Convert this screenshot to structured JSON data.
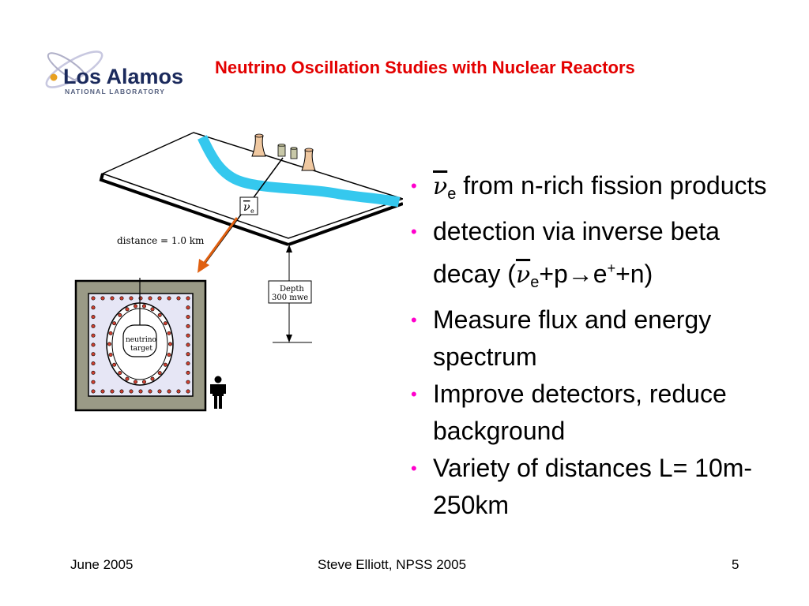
{
  "header": {
    "logo_text": "Los Alamos",
    "logo_subtext": "NATIONAL LABORATORY",
    "title": "Neutrino Oscillation Studies with Nuclear Reactors"
  },
  "diagram": {
    "antineutrino_label": "ν",
    "antineutrino_sub": "e",
    "distance_label": "distance  =  1.0  km",
    "depth_line1": "Depth",
    "depth_line2": "300  mwe",
    "target_line1": "neutrino",
    "target_line2": "target"
  },
  "bullets": [
    {
      "nu": "ν",
      "nu_sub": "e",
      "text": " from n-rich fission products"
    },
    {
      "text_before": " detection via inverse beta decay (",
      "nu": "ν",
      "nu_sub": "e",
      "plus_p": "+p",
      "arrow": "→",
      "e": "e",
      "e_sup": "+",
      "text_after": "+n)"
    },
    {
      "text": " Measure flux and energy spectrum"
    },
    {
      "text": " Improve detectors, reduce background"
    },
    {
      "text": " Variety of distances L= 10m-250km"
    }
  ],
  "bullet_symbol": "•",
  "footer": {
    "date": "June 2005",
    "author": "Steve Elliott, NPSS 2005",
    "page": "5"
  },
  "colors": {
    "title": "#e30000",
    "bullet": "#ff00cc",
    "river": "#35c8ee",
    "arrow": "#e06010",
    "detector_bg": "#e6e6f5",
    "detector_frame": "#9a9a86"
  }
}
